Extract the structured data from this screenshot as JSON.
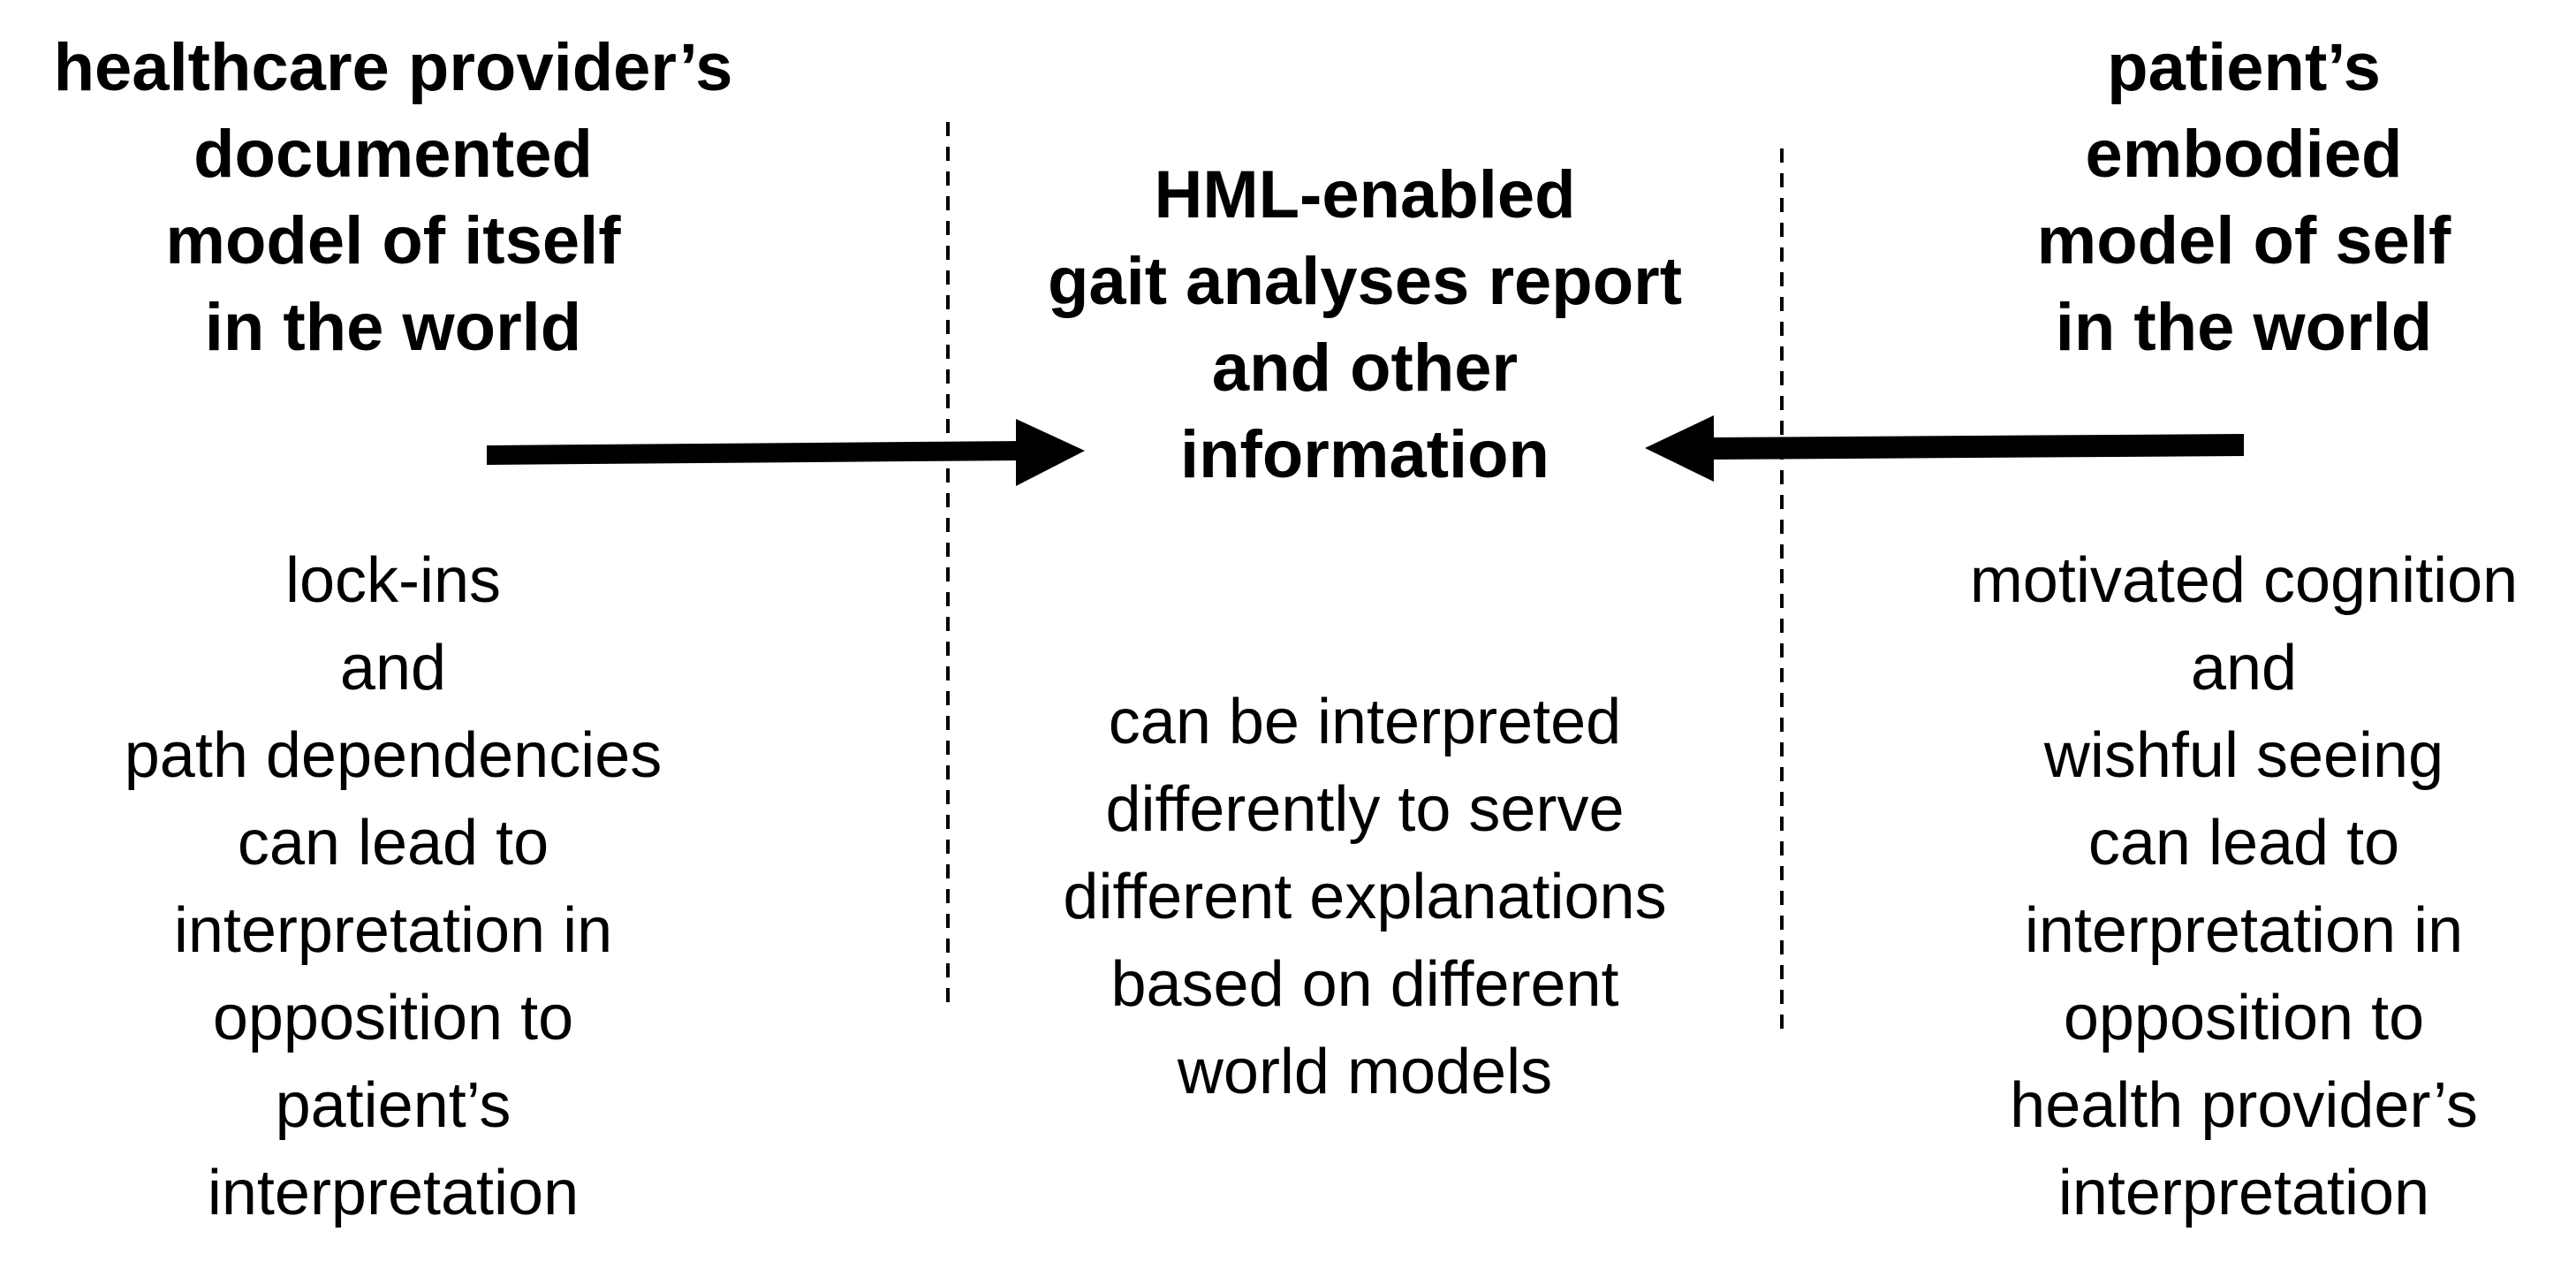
{
  "left": {
    "title": "healthcare provider’s\ndocumented\nmodel of itself\nin the world",
    "description": "lock-ins\nand\npath dependencies\ncan lead to\ninterpretation in\nopposition to\npatient’s\ninterpretation"
  },
  "center": {
    "title": "HML-enabled\ngait analyses report\nand other\ninformation",
    "description": "can be interpreted\ndifferently to serve\ndifferent explanations\nbased on different\nworld models"
  },
  "right": {
    "title": "patient’s\nembodied\nmodel of self\nin the world",
    "description": "motivated cognition\nand\nwishful seeing\ncan lead to\ninterpretation in\nopposition to\nhealth provider’s\ninterpretation"
  },
  "colors": {
    "text": "#000000",
    "background": "#ffffff",
    "arrow": "#000000",
    "divider": "#000000"
  }
}
